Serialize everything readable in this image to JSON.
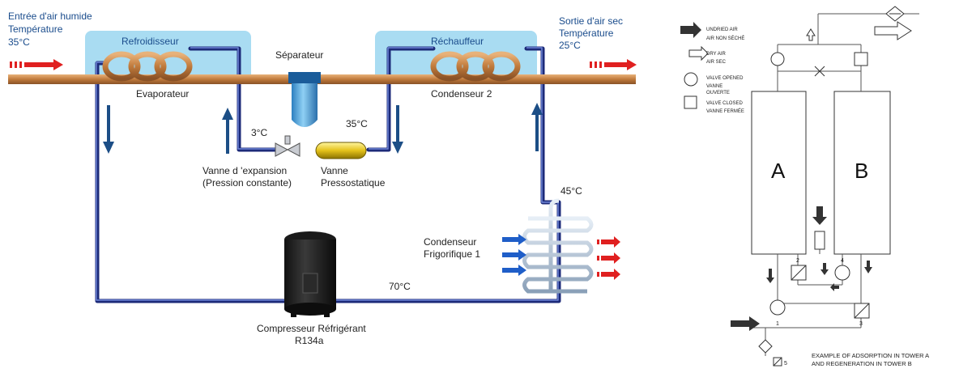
{
  "left": {
    "inlet": {
      "line1": "Entrée d'air humide",
      "line2": "Température",
      "line3": "35°C"
    },
    "outlet": {
      "line1": "Sortie d'air sec",
      "line2": "Température",
      "line3": "25°C"
    },
    "refroidisseur": "Refroidisseur",
    "rechauffeur": "Réchauffeur",
    "separateur": "Séparateur",
    "evaporateur": "Evaporateur",
    "condenseur2": "Condenseur 2",
    "temp_3": "3°C",
    "temp_35": "35°C",
    "temp_45": "45°C",
    "temp_70": "70°C",
    "vanne_expansion": {
      "line1": "Vanne d 'expansion",
      "line2": "(Pression constante)"
    },
    "vanne_presso": {
      "line1": "Vanne",
      "line2": "Pressostatique"
    },
    "condenseur_frigo": {
      "line1": "Condenseur",
      "line2": "Frigorifique 1"
    },
    "compresseur": {
      "line1": "Compresseur Réfrigérant",
      "line2": "R134a"
    }
  },
  "right": {
    "legend": {
      "undried_en": "UNDRIED AIR",
      "undried_fr": "AIR NON SÉCHÉ",
      "dry_en": "DRY AIR",
      "dry_fr": "AIR SEC",
      "open_en": "VALVE OPENED",
      "open_fr1": "VANNE",
      "open_fr2": "OUVERTE",
      "closed_en": "VALVE CLOSED",
      "closed_fr": "VANNE FERMÉE"
    },
    "tower_a": "A",
    "tower_b": "B",
    "valve_nums": [
      "1",
      "2",
      "3",
      "4",
      "5"
    ],
    "caption1": "EXAMPLE OF ADSORPTION IN TOWER A",
    "caption2": "AND REGENERATION IN TOWER B"
  },
  "colors": {
    "air_pipe": "#c8874a",
    "refrigerant": "#1c2a78",
    "panel": "#a9dcf2",
    "red_arrow": "#e02020",
    "blue_arrow": "#1f5ec8"
  }
}
